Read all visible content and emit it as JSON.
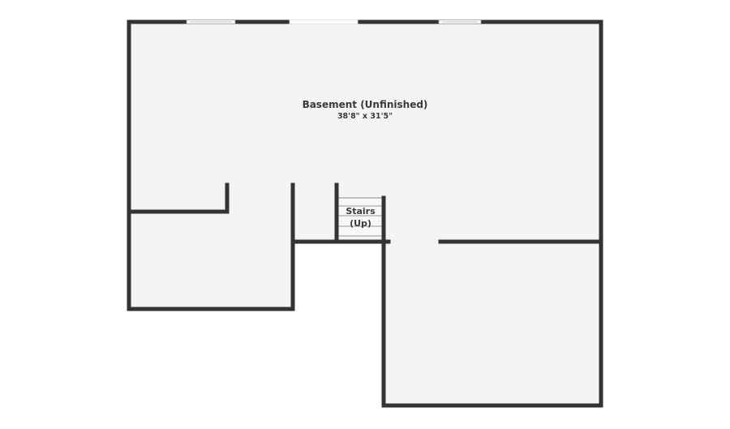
{
  "floor_plan": {
    "rooms": [
      {
        "name": "Basement (Unfinished)",
        "dimensions": "38'8\" x 31'5\""
      }
    ],
    "stairs": {
      "label_line1": "Stairs",
      "label_line2": "(Up)"
    }
  },
  "colors": {
    "wall": "#333333",
    "floor": "#f4f4f4"
  }
}
